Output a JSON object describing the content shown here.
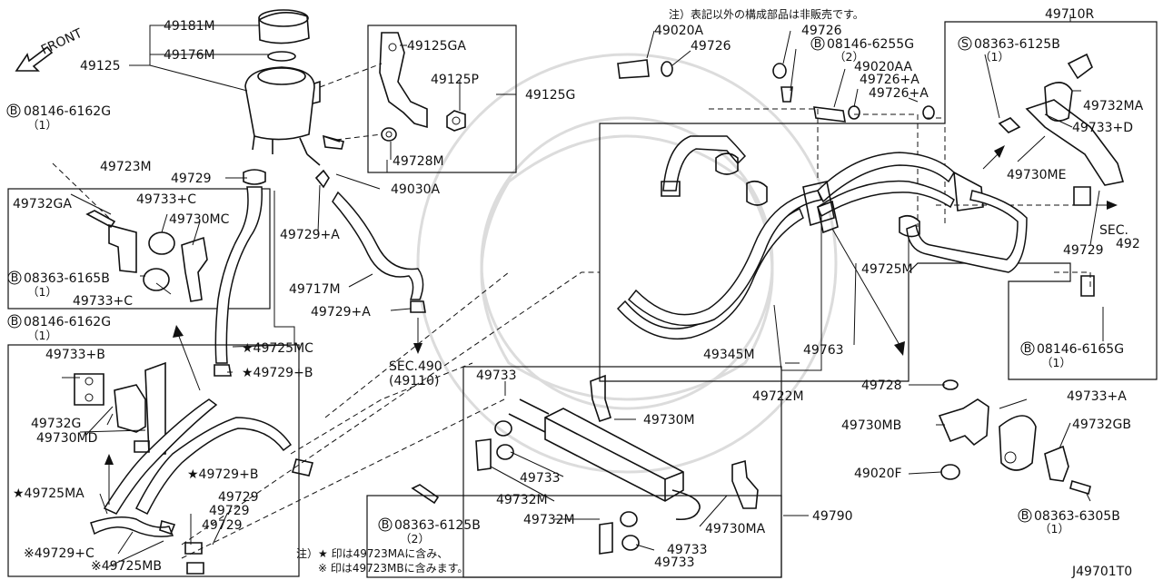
{
  "diagram": {
    "drawing_code": "J49701T0",
    "front_label": "FRONT",
    "notes": {
      "top_note": "注）表記以外の構成部品は非販売です。",
      "bottom_note_1": "注）★ 印は49723MAに含み、",
      "bottom_note_2": "※ 印は49723MBに含みます。"
    },
    "labels": {
      "p49181M": "49181M",
      "p49176M": "49176M",
      "p49125": "49125",
      "p49125GA": "49125GA",
      "p49125P": "49125P",
      "p49125G": "49125G",
      "p49728M": "49728M",
      "p49030A": "49030A",
      "p08146_6162G_a": "08146-6162G",
      "q1_a": "（1）",
      "p49723M": "49723M",
      "p49729_a": "49729",
      "p49732GA": "49732GA",
      "p49733C_a": "49733+C",
      "p49730MC": "49730MC",
      "p08363_6165B": "08363-6165B",
      "q1_b": "（1）",
      "p49733C_b": "49733+C",
      "p49729A_a": "49729+A",
      "p49717M": "49717M",
      "p49729A_b": "49729+A",
      "sec490": "SEC.490",
      "sec490_sub": "(49110)",
      "p08146_6162G_b": "08146-6162G",
      "q1_c": "（1）",
      "p49733B": "49733+B",
      "p49732G": "49732G",
      "p49730MD": "49730MD",
      "p49725MC": "★49725MC",
      "p49729B_a": "★49729+B",
      "p49729B_b": "★49729+B",
      "p49725MA": "★49725MA",
      "p49729_b": "49729",
      "p49729_c": "49729",
      "p49729_d": "49729",
      "p49729C": "※49729+C",
      "p49725MB": "※49725MB",
      "p49733_a": "49733",
      "p49730M": "49730M",
      "p49733_b": "49733",
      "p49732M_a": "49732M",
      "p08363_6125B_a": "08363-6125B",
      "q2_a": "（2）",
      "p49732M_b": "49732M",
      "p49733_c": "49733",
      "p49733_d": "49733",
      "p49730MA": "49730MA",
      "p49790": "49790",
      "p49020A": "49020A",
      "p49726_a": "49726",
      "p49726_b": "49726",
      "p08146_6255G": "08146-6255G",
      "q2_b": "（2）",
      "p49020AA": "49020AA",
      "p49726A_a": "49726+A",
      "p49726A_b": "49726+A",
      "p49710R": "49710R",
      "p08363_6125B_b": "08363-6125B",
      "q1_d": "（1）",
      "p49732MA": "49732MA",
      "p49733D": "49733+D",
      "p49730ME": "49730ME",
      "sec492": "SEC.",
      "sec492_num": "492",
      "p49729_e": "49729",
      "p49725M": "49725M",
      "p49345M": "49345M",
      "p49763": "49763",
      "p49722M": "49722M",
      "p08146_6165G": "08146-6165G",
      "q1_e": "（1）",
      "p49728": "49728",
      "p49733A": "49733+A",
      "p49730MB": "49730MB",
      "p49732GB": "49732GB",
      "p49020F": "49020F",
      "p08363_6305B": "08363-6305B",
      "q1_f": "（1）",
      "marker_B": "B",
      "marker_S": "S"
    }
  }
}
